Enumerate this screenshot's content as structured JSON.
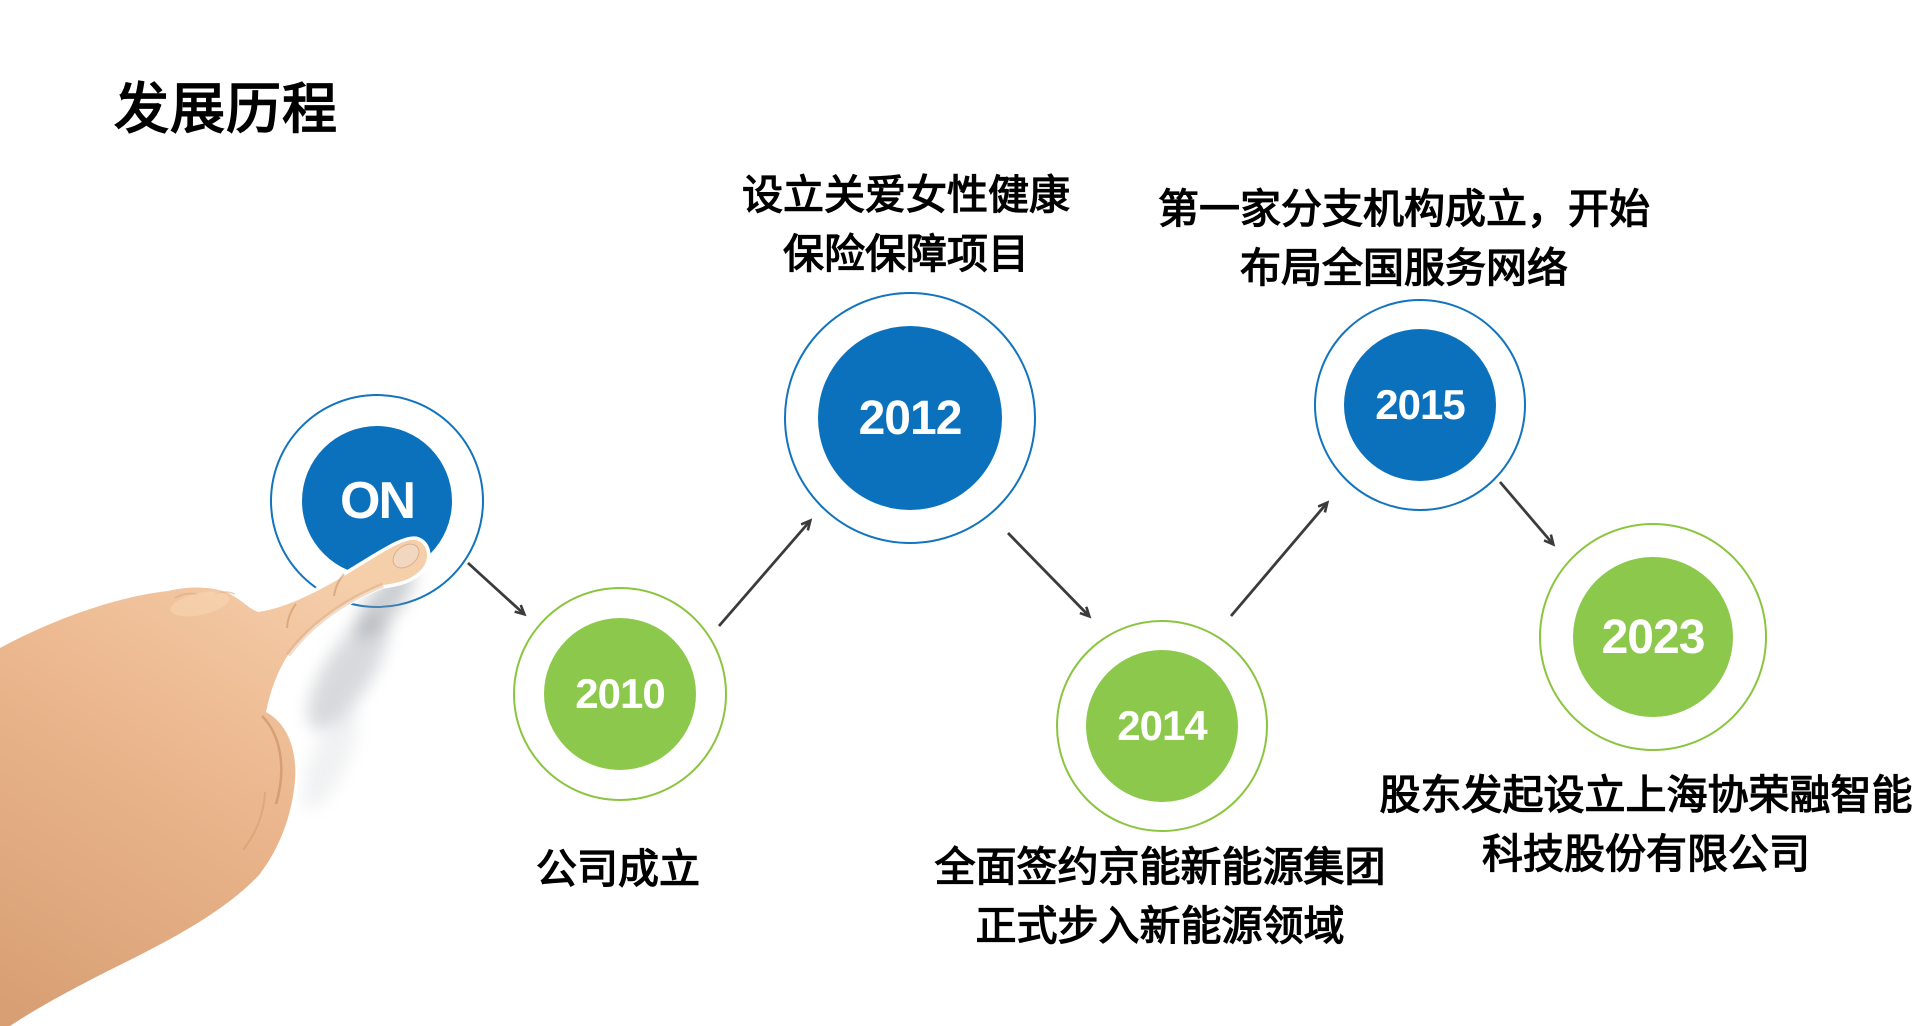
{
  "title": "发展历程",
  "colors": {
    "background": "#FFFFFF",
    "blue": "#0C71BC",
    "blue-ring": "#1274BE",
    "green": "#8CC84B",
    "green-ring": "#8BC53F",
    "arrow": "#3B3B3D",
    "label-text": "#000000",
    "year-text": "#FFFFFF"
  },
  "nodes": [
    {
      "year": "ON",
      "style": "blue",
      "caption": []
    },
    {
      "year": "2010",
      "style": "green",
      "caption": [
        "公司成立"
      ]
    },
    {
      "year": "2012",
      "style": "blue",
      "caption": [
        "设立关爱女性健康",
        "保险保障项目"
      ]
    },
    {
      "year": "2014",
      "style": "green",
      "caption": [
        "全面签约京能新能源集团",
        "正式步入新能源领域"
      ]
    },
    {
      "year": "2015",
      "style": "blue",
      "caption": [
        "第一家分支机构成立，开始",
        "布局全国服务网络"
      ]
    },
    {
      "year": "2023",
      "style": "green",
      "caption": [
        "股东发起设立上海协荣融智能",
        "科技股份有限公司"
      ]
    }
  ]
}
